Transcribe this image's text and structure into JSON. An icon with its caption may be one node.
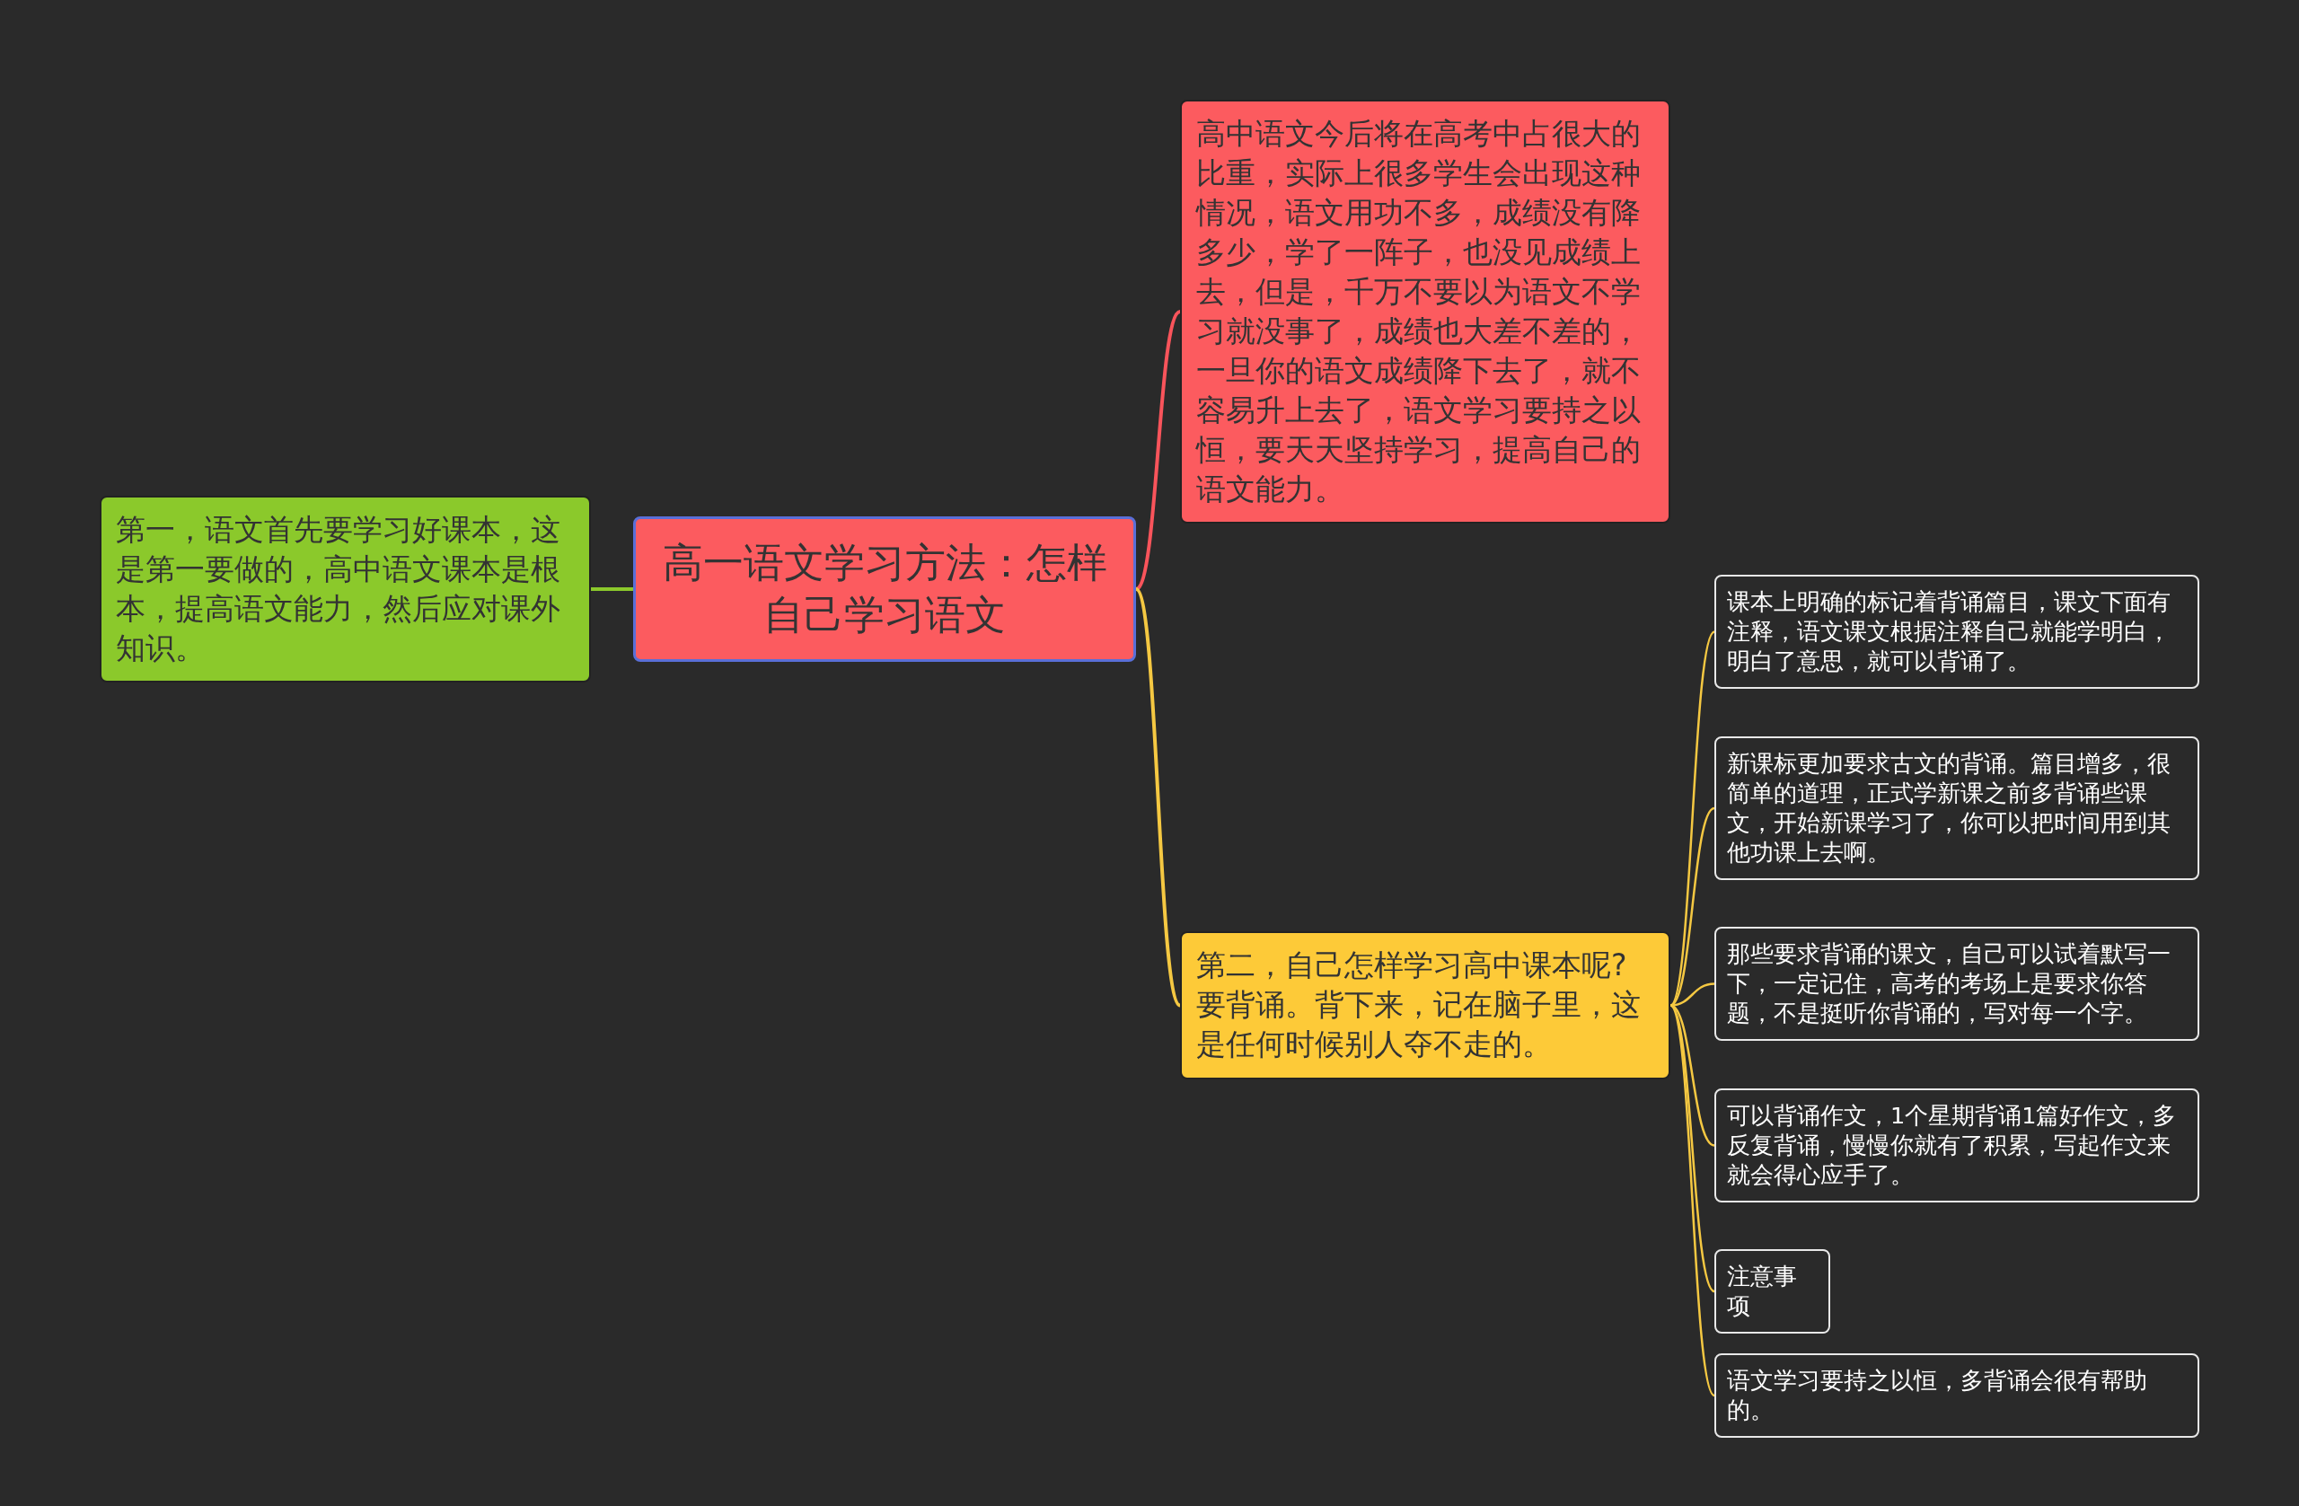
{
  "diagram": {
    "nodes": [
      {
        "text": [
          "高一语文学习方法：怎样自己学习语文"
        ]
      },
      {
        "text": [
          "第一，语文首先要学习好课本，这是第一要做的，高中语文课本是根本，提高语文能力，然后应对课外知识。"
        ]
      },
      {
        "text": [
          "高中语文今后将在高考中占很大的比重，实际上很多学生会出现这种情况，语文用功不多，成绩没有降多少，学了一阵子，也没见成绩上去，但是，千万不要以为语文不学习就没事了，成绩也大差不差的，一旦你的语文成绩降下去了，就不容易升上去了，语文学习要持之以恒，要天天坚持学习，提高自己的语文能力。"
        ]
      },
      {
        "text": [
          "第二，自己怎样学习高中课本呢?要背诵。背下来，记在脑子里，这是任何时候别人夺不走的。"
        ]
      },
      {
        "text": [
          "课本上明确的标记着背诵篇目，课文下面有注释，语文课文根据注释自己就能学明白，明白了意思，就可以背诵了。"
        ]
      },
      {
        "text": [
          "新课标更加要求古文的背诵。篇目增多，很简单的道理，正式学新课之前多背诵些课文，开始新课学习了，你可以把时间用到其他功课上去啊。"
        ]
      },
      {
        "text": [
          "那些要求背诵的课文，自己可以试着默写一下，一定记住，高考的考场上是要求你答题，不是挺听你背诵的，写对每一个字。"
        ]
      },
      {
        "text": [
          "可以背诵作文，1个星期背诵1篇好作文，多反复背诵，慢慢你就有了积累，写起作文来就会得心应手了。"
        ]
      },
      {
        "text": [
          "注意事项"
        ]
      },
      {
        "text": [
          "语文学习要持之以恒，多背诵会很有帮助的。"
        ]
      }
    ],
    "edges": [
      {
        "from": 0,
        "to": 1,
        "arrow": "none",
        "color": "#8bc92b"
      },
      {
        "from": 0,
        "to": 2,
        "arrow": "none",
        "color": "#f9545b"
      },
      {
        "from": 0,
        "to": 3,
        "arrow": "none"
      },
      {
        "from": 3,
        "to": 4,
        "arrow": "none"
      },
      {
        "from": 3,
        "to": 5,
        "arrow": "none"
      },
      {
        "from": 3,
        "to": 6,
        "arrow": "none"
      },
      {
        "from": 3,
        "to": 7,
        "arrow": "none"
      },
      {
        "from": 3,
        "to": 8,
        "arrow": "none"
      },
      {
        "from": 3,
        "to": 9,
        "arrow": "none"
      }
    ]
  }
}
